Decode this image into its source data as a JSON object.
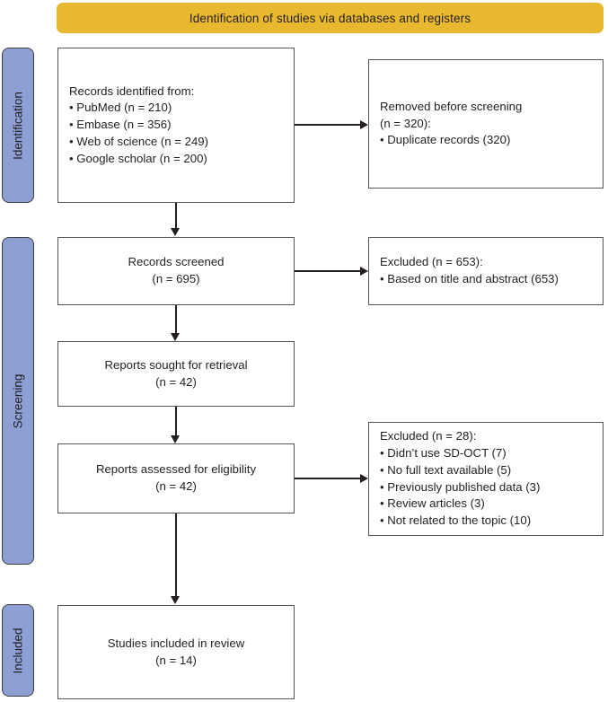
{
  "banner": {
    "title": "Identification of studies via databases and registers"
  },
  "stages": [
    {
      "id": "identification",
      "label": "Identification"
    },
    {
      "id": "screening",
      "label": "Screening"
    },
    {
      "id": "included",
      "label": "Included"
    }
  ],
  "boxes": {
    "records_identified": {
      "heading": "Records identified from:",
      "items": [
        "• PubMed (n = 210)",
        "• Embase (n = 356)",
        "• Web of science (n = 249)",
        "• Google scholar (n = 200)"
      ]
    },
    "removed_before_screening": {
      "heading": "Removed before screening",
      "subheading": "(n = 320):",
      "items": [
        "• Duplicate records (320)"
      ]
    },
    "records_screened": {
      "label": "Records screened",
      "count": "(n = 695)"
    },
    "excluded_screening": {
      "heading": "Excluded (n = 653):",
      "items": [
        "• Based on title and abstract (653)"
      ]
    },
    "reports_sought": {
      "label": "Reports sought for retrieval",
      "count": "(n = 42)"
    },
    "reports_assessed": {
      "label": "Reports assessed for eligibility",
      "count": "(n = 42)"
    },
    "excluded_eligibility": {
      "heading": "Excluded (n = 28):",
      "items": [
        "• Didn’t use SD-OCT (7)",
        "• No full text available (5)",
        "• Previously published data (3)",
        "• Review articles (3)",
        "• Not related to the topic (10)"
      ]
    },
    "studies_included": {
      "label": "Studies included in review",
      "count": "(n = 14)"
    }
  },
  "colors": {
    "banner_fill": "#e8b92e",
    "stage_fill": "#8e9fd4",
    "box_border": "#565656",
    "text": "#231f20",
    "connector": "#231f20"
  }
}
